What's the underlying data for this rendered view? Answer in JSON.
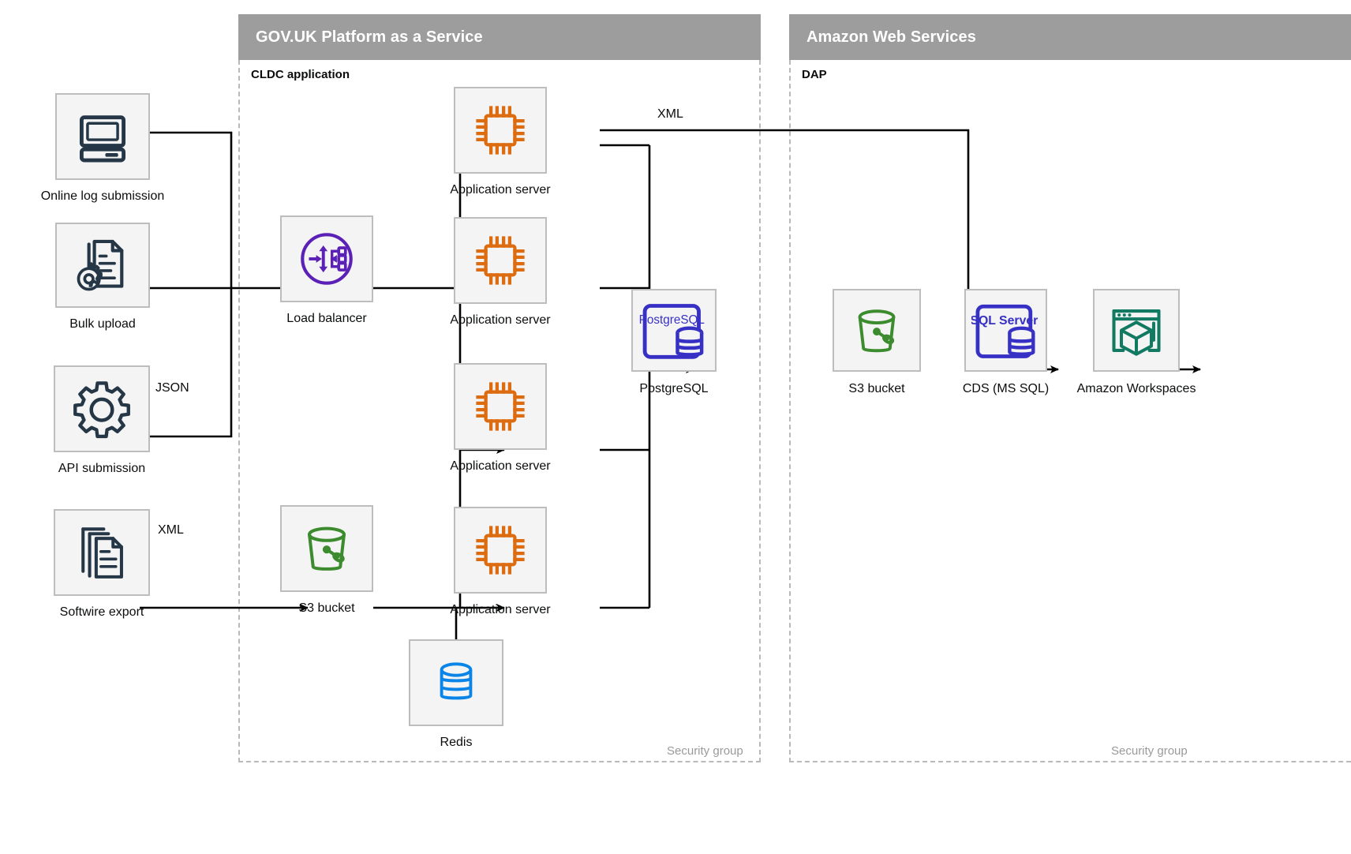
{
  "zones": [
    {
      "id": "paas",
      "title": "GOV.UK Platform as a Service",
      "subtitle": "CLDC application",
      "footer": "Security group"
    },
    {
      "id": "aws",
      "title": "Amazon Web Services",
      "subtitle": "DAP",
      "footer": "Security group"
    }
  ],
  "nodes": {
    "online_log": {
      "caption": "Online log submission",
      "icon": "desktop-computer-icon",
      "color": "#253746"
    },
    "bulk_upload": {
      "caption": "Bulk upload",
      "icon": "document-gear-icon",
      "color": "#253746"
    },
    "api_submission": {
      "caption": "API submission",
      "icon": "gear-icon",
      "color": "#253746"
    },
    "softwire_export": {
      "caption": "Softwire export",
      "icon": "documents-stack-icon",
      "color": "#253746"
    },
    "load_balancer": {
      "caption": "Load balancer",
      "icon": "load-balancer-icon",
      "color": "#5b21b6"
    },
    "s3_paas": {
      "caption": "S3 bucket",
      "icon": "s3-bucket-icon",
      "color": "#3c8b2e"
    },
    "app_server_1": {
      "caption": "Application server",
      "icon": "cpu-chip-icon",
      "color": "#dd6b10"
    },
    "app_server_2": {
      "caption": "Application server",
      "icon": "cpu-chip-icon",
      "color": "#dd6b10"
    },
    "app_server_3": {
      "caption": "Application server",
      "icon": "cpu-chip-icon",
      "color": "#dd6b10"
    },
    "app_server_4": {
      "caption": "Application server",
      "icon": "cpu-chip-icon",
      "color": "#dd6b10"
    },
    "redis": {
      "caption": "Redis",
      "icon": "database-cylinder-icon",
      "color": "#0b84e8"
    },
    "postgresql": {
      "caption": "PostgreSQL",
      "icon": "postgresql-icon",
      "color": "#3730c4",
      "badge": "PostgreSQL"
    },
    "s3_aws": {
      "caption": "S3 bucket",
      "icon": "s3-bucket-icon",
      "color": "#3c8b2e"
    },
    "cds": {
      "caption": "CDS (MS SQL)",
      "icon": "sql-server-icon",
      "color": "#3730c4",
      "badge": "SQL Server"
    },
    "workspaces": {
      "caption": "Amazon Workspaces",
      "icon": "workspaces-cube-icon",
      "color": "#127a62"
    }
  },
  "edge_labels": {
    "json": "JSON",
    "xml_softwire": "XML",
    "xml_app_to_s3": "XML"
  },
  "colors": {
    "zone_header_bg": "#9d9d9d",
    "zone_header_text": "#ffffff",
    "zone_border": "#b9b9b9",
    "node_box_bg": "#f4f4f4",
    "node_box_border": "#bdbdbd",
    "text": "#0b0c0c",
    "muted_text": "#9a9a9a",
    "wire": "#000000"
  }
}
